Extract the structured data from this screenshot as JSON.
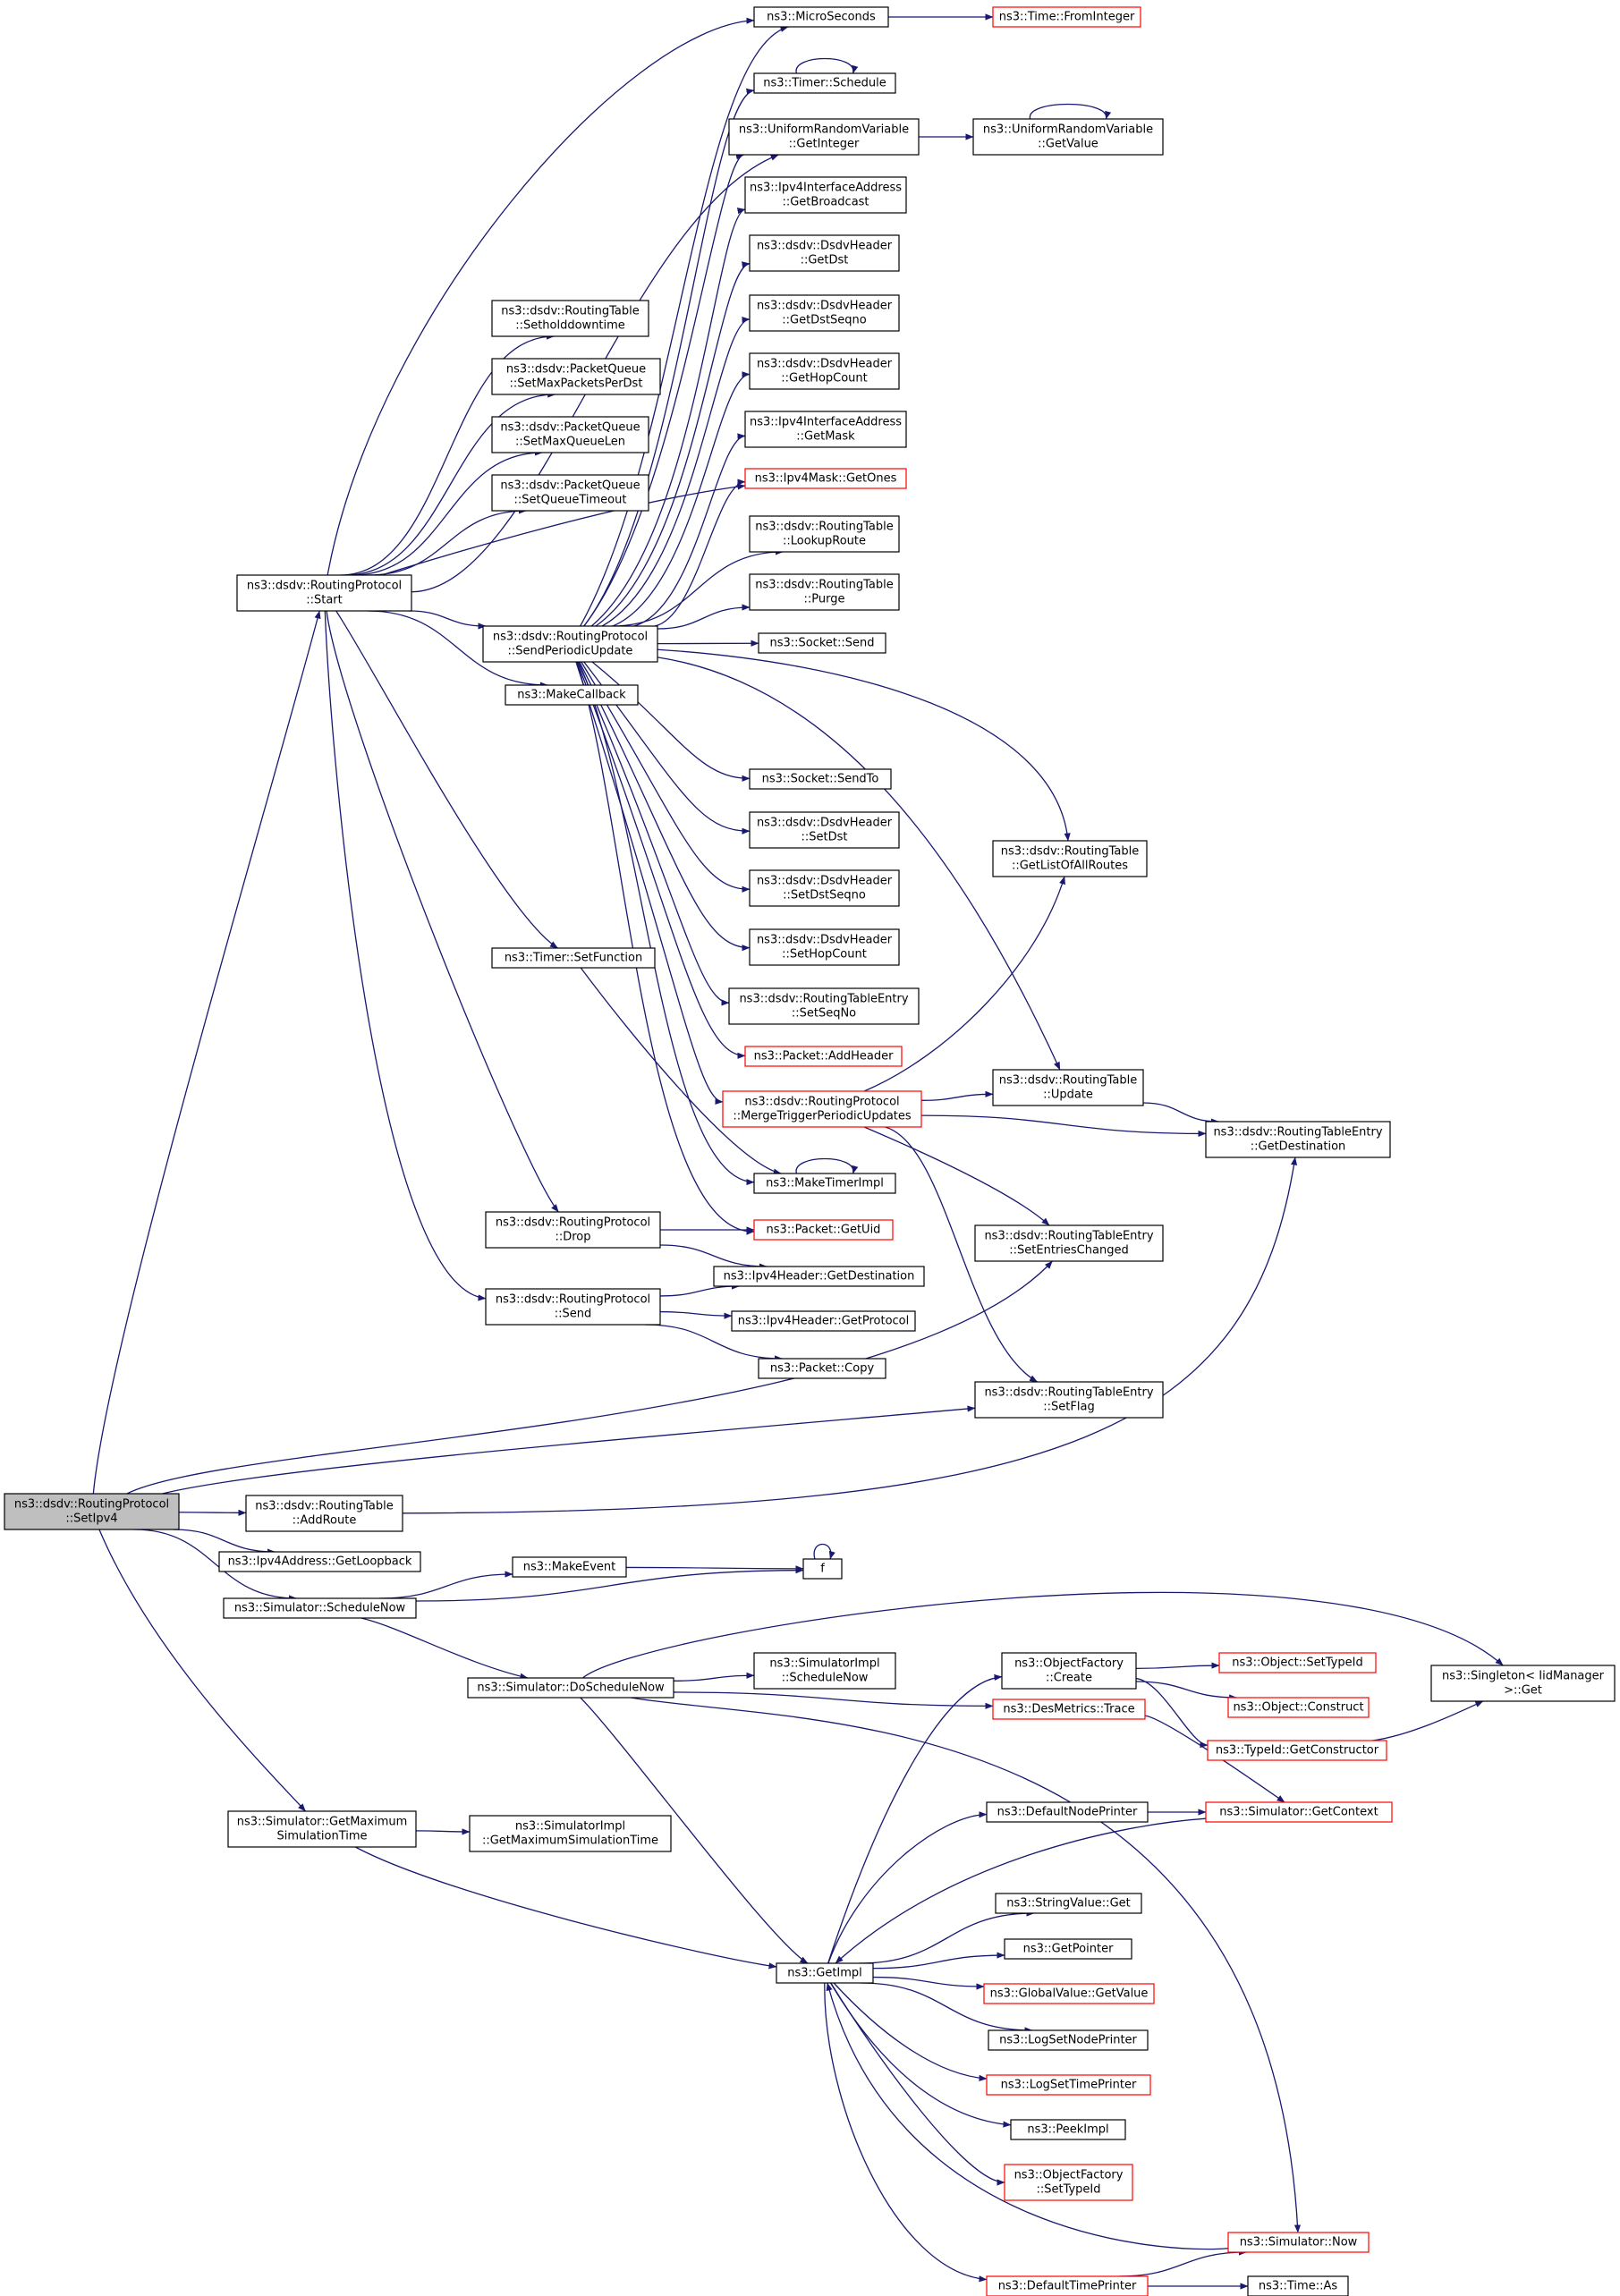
{
  "colors": {
    "edge": "#191970",
    "node_border_default": "#000000",
    "node_border_truncated": "#ff0000",
    "root_fill": "#bfbfbf",
    "node_fill": "#ffffff"
  },
  "graph": {
    "root": "setipv4",
    "nodes": [
      {
        "id": "setipv4",
        "lines": [
          "ns3::dsdv::RoutingProtocol",
          "::SetIpv4"
        ],
        "style": "root"
      },
      {
        "id": "start",
        "lines": [
          "ns3::dsdv::RoutingProtocol",
          "::Start"
        ],
        "style": "normal"
      },
      {
        "id": "addroute",
        "lines": [
          "ns3::dsdv::RoutingTable",
          "::AddRoute"
        ],
        "style": "normal"
      },
      {
        "id": "getloopback",
        "lines": [
          "ns3::Ipv4Address::GetLoopback"
        ],
        "style": "normal"
      },
      {
        "id": "schedulenow",
        "lines": [
          "ns3::Simulator::ScheduleNow"
        ],
        "style": "normal"
      },
      {
        "id": "getmaxsim",
        "lines": [
          "ns3::Simulator::GetMaximum",
          "SimulationTime"
        ],
        "style": "normal"
      },
      {
        "id": "microseconds",
        "lines": [
          "ns3::MicroSeconds"
        ],
        "style": "normal"
      },
      {
        "id": "frominteger",
        "lines": [
          "ns3::Time::FromInteger"
        ],
        "style": "truncated"
      },
      {
        "id": "timerschedule",
        "lines": [
          "ns3::Timer::Schedule"
        ],
        "style": "normal"
      },
      {
        "id": "urvgetinteger",
        "lines": [
          "ns3::UniformRandomVariable",
          "::GetInteger"
        ],
        "style": "normal"
      },
      {
        "id": "urvgetvalue",
        "lines": [
          "ns3::UniformRandomVariable",
          "::GetValue"
        ],
        "style": "normal"
      },
      {
        "id": "getbroadcast",
        "lines": [
          "ns3::Ipv4InterfaceAddress",
          "::GetBroadcast"
        ],
        "style": "normal"
      },
      {
        "id": "getdst",
        "lines": [
          "ns3::dsdv::DsdvHeader",
          "::GetDst"
        ],
        "style": "normal"
      },
      {
        "id": "getdstseqno",
        "lines": [
          "ns3::dsdv::DsdvHeader",
          "::GetDstSeqno"
        ],
        "style": "normal"
      },
      {
        "id": "gethopcount",
        "lines": [
          "ns3::dsdv::DsdvHeader",
          "::GetHopCount"
        ],
        "style": "normal"
      },
      {
        "id": "getmask",
        "lines": [
          "ns3::Ipv4InterfaceAddress",
          "::GetMask"
        ],
        "style": "normal"
      },
      {
        "id": "getones",
        "lines": [
          "ns3::Ipv4Mask::GetOnes"
        ],
        "style": "truncated"
      },
      {
        "id": "lookuproute",
        "lines": [
          "ns3::dsdv::RoutingTable",
          "::LookupRoute"
        ],
        "style": "normal"
      },
      {
        "id": "purge",
        "lines": [
          "ns3::dsdv::RoutingTable",
          "::Purge"
        ],
        "style": "normal"
      },
      {
        "id": "socketsend",
        "lines": [
          "ns3::Socket::Send"
        ],
        "style": "normal"
      },
      {
        "id": "setholddown",
        "lines": [
          "ns3::dsdv::RoutingTable",
          "::Setholddowntime"
        ],
        "style": "normal"
      },
      {
        "id": "setmaxpackets",
        "lines": [
          "ns3::dsdv::PacketQueue",
          "::SetMaxPacketsPerDst"
        ],
        "style": "normal"
      },
      {
        "id": "setmaxqueue",
        "lines": [
          "ns3::dsdv::PacketQueue",
          "::SetMaxQueueLen"
        ],
        "style": "normal"
      },
      {
        "id": "setqueuetimeout",
        "lines": [
          "ns3::dsdv::PacketQueue",
          "::SetQueueTimeout"
        ],
        "style": "normal"
      },
      {
        "id": "sendperiodic",
        "lines": [
          "ns3::dsdv::RoutingProtocol",
          "::SendPeriodicUpdate"
        ],
        "style": "normal"
      },
      {
        "id": "makecallback",
        "lines": [
          "ns3::MakeCallback"
        ],
        "style": "normal"
      },
      {
        "id": "sendto",
        "lines": [
          "ns3::Socket::SendTo"
        ],
        "style": "normal"
      },
      {
        "id": "setdst",
        "lines": [
          "ns3::dsdv::DsdvHeader",
          "::SetDst"
        ],
        "style": "normal"
      },
      {
        "id": "setdstseqno",
        "lines": [
          "ns3::dsdv::DsdvHeader",
          "::SetDstSeqno"
        ],
        "style": "normal"
      },
      {
        "id": "sethopcount",
        "lines": [
          "ns3::dsdv::DsdvHeader",
          "::SetHopCount"
        ],
        "style": "normal"
      },
      {
        "id": "setseqno",
        "lines": [
          "ns3::dsdv::RoutingTableEntry",
          "::SetSeqNo"
        ],
        "style": "normal"
      },
      {
        "id": "addheader",
        "lines": [
          "ns3::Packet::AddHeader"
        ],
        "style": "truncated"
      },
      {
        "id": "mergetrigger",
        "lines": [
          "ns3::dsdv::RoutingProtocol",
          "::MergeTriggerPeriodicUpdates"
        ],
        "style": "truncated"
      },
      {
        "id": "getlistroutes",
        "lines": [
          "ns3::dsdv::RoutingTable",
          "::GetListOfAllRoutes"
        ],
        "style": "normal"
      },
      {
        "id": "rtupdate",
        "lines": [
          "ns3::dsdv::RoutingTable",
          "::Update"
        ],
        "style": "normal"
      },
      {
        "id": "rtegetdest",
        "lines": [
          "ns3::dsdv::RoutingTableEntry",
          "::GetDestination"
        ],
        "style": "normal"
      },
      {
        "id": "timersetfunc",
        "lines": [
          "ns3::Timer::SetFunction"
        ],
        "style": "normal"
      },
      {
        "id": "maketimerimpl",
        "lines": [
          "ns3::MakeTimerImpl"
        ],
        "style": "normal"
      },
      {
        "id": "drop",
        "lines": [
          "ns3::dsdv::RoutingProtocol",
          "::Drop"
        ],
        "style": "normal"
      },
      {
        "id": "send",
        "lines": [
          "ns3::dsdv::RoutingProtocol",
          "::Send"
        ],
        "style": "normal"
      },
      {
        "id": "getuid",
        "lines": [
          "ns3::Packet::GetUid"
        ],
        "style": "truncated"
      },
      {
        "id": "ipv4hdrgetdest",
        "lines": [
          "ns3::Ipv4Header::GetDestination"
        ],
        "style": "normal"
      },
      {
        "id": "ipv4hdrgetproto",
        "lines": [
          "ns3::Ipv4Header::GetProtocol"
        ],
        "style": "normal"
      },
      {
        "id": "packetcopy",
        "lines": [
          "ns3::Packet::Copy"
        ],
        "style": "normal"
      },
      {
        "id": "setentrieschanged",
        "lines": [
          "ns3::dsdv::RoutingTableEntry",
          "::SetEntriesChanged"
        ],
        "style": "normal"
      },
      {
        "id": "setflag",
        "lines": [
          "ns3::dsdv::RoutingTableEntry",
          "::SetFlag"
        ],
        "style": "normal"
      },
      {
        "id": "makeevent",
        "lines": [
          "ns3::MakeEvent"
        ],
        "style": "normal"
      },
      {
        "id": "f",
        "lines": [
          "f"
        ],
        "style": "normal"
      },
      {
        "id": "doschedulenow",
        "lines": [
          "ns3::Simulator::DoScheduleNow"
        ],
        "style": "normal"
      },
      {
        "id": "simimplschedulenow",
        "lines": [
          "ns3::SimulatorImpl",
          "::ScheduleNow"
        ],
        "style": "normal"
      },
      {
        "id": "objfactorycreate",
        "lines": [
          "ns3::ObjectFactory",
          "::Create"
        ],
        "style": "normal"
      },
      {
        "id": "objsettypeid",
        "lines": [
          "ns3::Object::SetTypeId"
        ],
        "style": "truncated"
      },
      {
        "id": "objconstruct",
        "lines": [
          "ns3::Object::Construct"
        ],
        "style": "truncated"
      },
      {
        "id": "typeidgetctor",
        "lines": [
          "ns3::TypeId::GetConstructor"
        ],
        "style": "truncated"
      },
      {
        "id": "singletonget",
        "lines": [
          "ns3::Singleton< IidManager",
          " >::Get"
        ],
        "style": "normal"
      },
      {
        "id": "desmetricstrace",
        "lines": [
          "ns3::DesMetrics::Trace"
        ],
        "style": "truncated"
      },
      {
        "id": "simgetcontext",
        "lines": [
          "ns3::Simulator::GetContext"
        ],
        "style": "truncated"
      },
      {
        "id": "defaultnodeprinter",
        "lines": [
          "ns3::DefaultNodePrinter"
        ],
        "style": "normal"
      },
      {
        "id": "simimplgetmax",
        "lines": [
          "ns3::SimulatorImpl",
          "::GetMaximumSimulationTime"
        ],
        "style": "normal"
      },
      {
        "id": "getimpl",
        "lines": [
          "ns3::GetImpl"
        ],
        "style": "normal"
      },
      {
        "id": "stringvalueget",
        "lines": [
          "ns3::StringValue::Get"
        ],
        "style": "normal"
      },
      {
        "id": "getpointer",
        "lines": [
          "ns3::GetPointer"
        ],
        "style": "normal"
      },
      {
        "id": "globalvaluegetvalue",
        "lines": [
          "ns3::GlobalValue::GetValue"
        ],
        "style": "truncated"
      },
      {
        "id": "logsetnodeprinter",
        "lines": [
          "ns3::LogSetNodePrinter"
        ],
        "style": "normal"
      },
      {
        "id": "logsettimeprinter",
        "lines": [
          "ns3::LogSetTimePrinter"
        ],
        "style": "truncated"
      },
      {
        "id": "peekimpl",
        "lines": [
          "ns3::PeekImpl"
        ],
        "style": "normal"
      },
      {
        "id": "objfactorysettypeid",
        "lines": [
          "ns3::ObjectFactory",
          "::SetTypeId"
        ],
        "style": "truncated"
      },
      {
        "id": "simnow",
        "lines": [
          "ns3::Simulator::Now"
        ],
        "style": "truncated"
      },
      {
        "id": "defaulttimeprinter",
        "lines": [
          "ns3::DefaultTimePrinter"
        ],
        "style": "truncated"
      },
      {
        "id": "timeas",
        "lines": [
          "ns3::Time::As"
        ],
        "style": "normal"
      }
    ],
    "edges": [
      [
        "setipv4",
        "start"
      ],
      [
        "setipv4",
        "addroute"
      ],
      [
        "setipv4",
        "getloopback"
      ],
      [
        "setipv4",
        "schedulenow"
      ],
      [
        "setipv4",
        "getmaxsim"
      ],
      [
        "setipv4",
        "setentrieschanged"
      ],
      [
        "setipv4",
        "setflag"
      ],
      [
        "start",
        "microseconds"
      ],
      [
        "start",
        "setholddown"
      ],
      [
        "start",
        "setmaxpackets"
      ],
      [
        "start",
        "setmaxqueue"
      ],
      [
        "start",
        "setqueuetimeout"
      ],
      [
        "start",
        "getones"
      ],
      [
        "start",
        "urvgetinteger"
      ],
      [
        "start",
        "sendperiodic"
      ],
      [
        "start",
        "makecallback"
      ],
      [
        "start",
        "timersetfunc"
      ],
      [
        "start",
        "drop"
      ],
      [
        "start",
        "send"
      ],
      [
        "microseconds",
        "frominteger"
      ],
      [
        "timerschedule",
        "timerschedule"
      ],
      [
        "urvgetinteger",
        "urvgetvalue"
      ],
      [
        "urvgetvalue",
        "urvgetvalue"
      ],
      [
        "sendperiodic",
        "microseconds"
      ],
      [
        "sendperiodic",
        "timerschedule"
      ],
      [
        "sendperiodic",
        "urvgetinteger"
      ],
      [
        "sendperiodic",
        "getbroadcast"
      ],
      [
        "sendperiodic",
        "getdst"
      ],
      [
        "sendperiodic",
        "getdstseqno"
      ],
      [
        "sendperiodic",
        "gethopcount"
      ],
      [
        "sendperiodic",
        "getmask"
      ],
      [
        "sendperiodic",
        "getones"
      ],
      [
        "sendperiodic",
        "lookuproute"
      ],
      [
        "sendperiodic",
        "purge"
      ],
      [
        "sendperiodic",
        "socketsend"
      ],
      [
        "sendperiodic",
        "getlistroutes"
      ],
      [
        "sendperiodic",
        "rtupdate"
      ],
      [
        "sendperiodic",
        "sendto"
      ],
      [
        "sendperiodic",
        "setdst"
      ],
      [
        "sendperiodic",
        "setdstseqno"
      ],
      [
        "sendperiodic",
        "sethopcount"
      ],
      [
        "sendperiodic",
        "setseqno"
      ],
      [
        "sendperiodic",
        "addheader"
      ],
      [
        "sendperiodic",
        "mergetrigger"
      ],
      [
        "sendperiodic",
        "maketimerimpl"
      ],
      [
        "sendperiodic",
        "getuid"
      ],
      [
        "mergetrigger",
        "getlistroutes"
      ],
      [
        "mergetrigger",
        "rtupdate"
      ],
      [
        "mergetrigger",
        "rtegetdest"
      ],
      [
        "mergetrigger",
        "setentrieschanged"
      ],
      [
        "mergetrigger",
        "setflag"
      ],
      [
        "rtupdate",
        "rtegetdest"
      ],
      [
        "timersetfunc",
        "maketimerimpl"
      ],
      [
        "maketimerimpl",
        "maketimerimpl"
      ],
      [
        "drop",
        "getuid"
      ],
      [
        "drop",
        "ipv4hdrgetdest"
      ],
      [
        "send",
        "ipv4hdrgetdest"
      ],
      [
        "send",
        "ipv4hdrgetproto"
      ],
      [
        "send",
        "packetcopy"
      ],
      [
        "addroute",
        "rtegetdest"
      ],
      [
        "schedulenow",
        "makeevent"
      ],
      [
        "schedulenow",
        "f"
      ],
      [
        "schedulenow",
        "doschedulenow"
      ],
      [
        "makeevent",
        "f"
      ],
      [
        "f",
        "f"
      ],
      [
        "doschedulenow",
        "simimplschedulenow"
      ],
      [
        "doschedulenow",
        "singletonget"
      ],
      [
        "doschedulenow",
        "desmetricstrace"
      ],
      [
        "doschedulenow",
        "simnow"
      ],
      [
        "doschedulenow",
        "getimpl"
      ],
      [
        "objfactorycreate",
        "objsettypeid"
      ],
      [
        "objfactorycreate",
        "objconstruct"
      ],
      [
        "objfactorycreate",
        "typeidgetctor"
      ],
      [
        "typeidgetctor",
        "singletonget"
      ],
      [
        "desmetricstrace",
        "simgetcontext"
      ],
      [
        "defaultnodeprinter",
        "simgetcontext"
      ],
      [
        "getmaxsim",
        "simimplgetmax"
      ],
      [
        "getmaxsim",
        "getimpl"
      ],
      [
        "getimpl",
        "objfactorycreate"
      ],
      [
        "getimpl",
        "defaultnodeprinter"
      ],
      [
        "getimpl",
        "stringvalueget"
      ],
      [
        "getimpl",
        "getpointer"
      ],
      [
        "getimpl",
        "globalvaluegetvalue"
      ],
      [
        "getimpl",
        "logsetnodeprinter"
      ],
      [
        "getimpl",
        "logsettimeprinter"
      ],
      [
        "getimpl",
        "peekimpl"
      ],
      [
        "getimpl",
        "objfactorysettypeid"
      ],
      [
        "getimpl",
        "defaulttimeprinter"
      ],
      [
        "simgetcontext",
        "getimpl"
      ],
      [
        "simnow",
        "getimpl"
      ],
      [
        "defaulttimeprinter",
        "simnow"
      ],
      [
        "defaulttimeprinter",
        "timeas"
      ]
    ]
  }
}
